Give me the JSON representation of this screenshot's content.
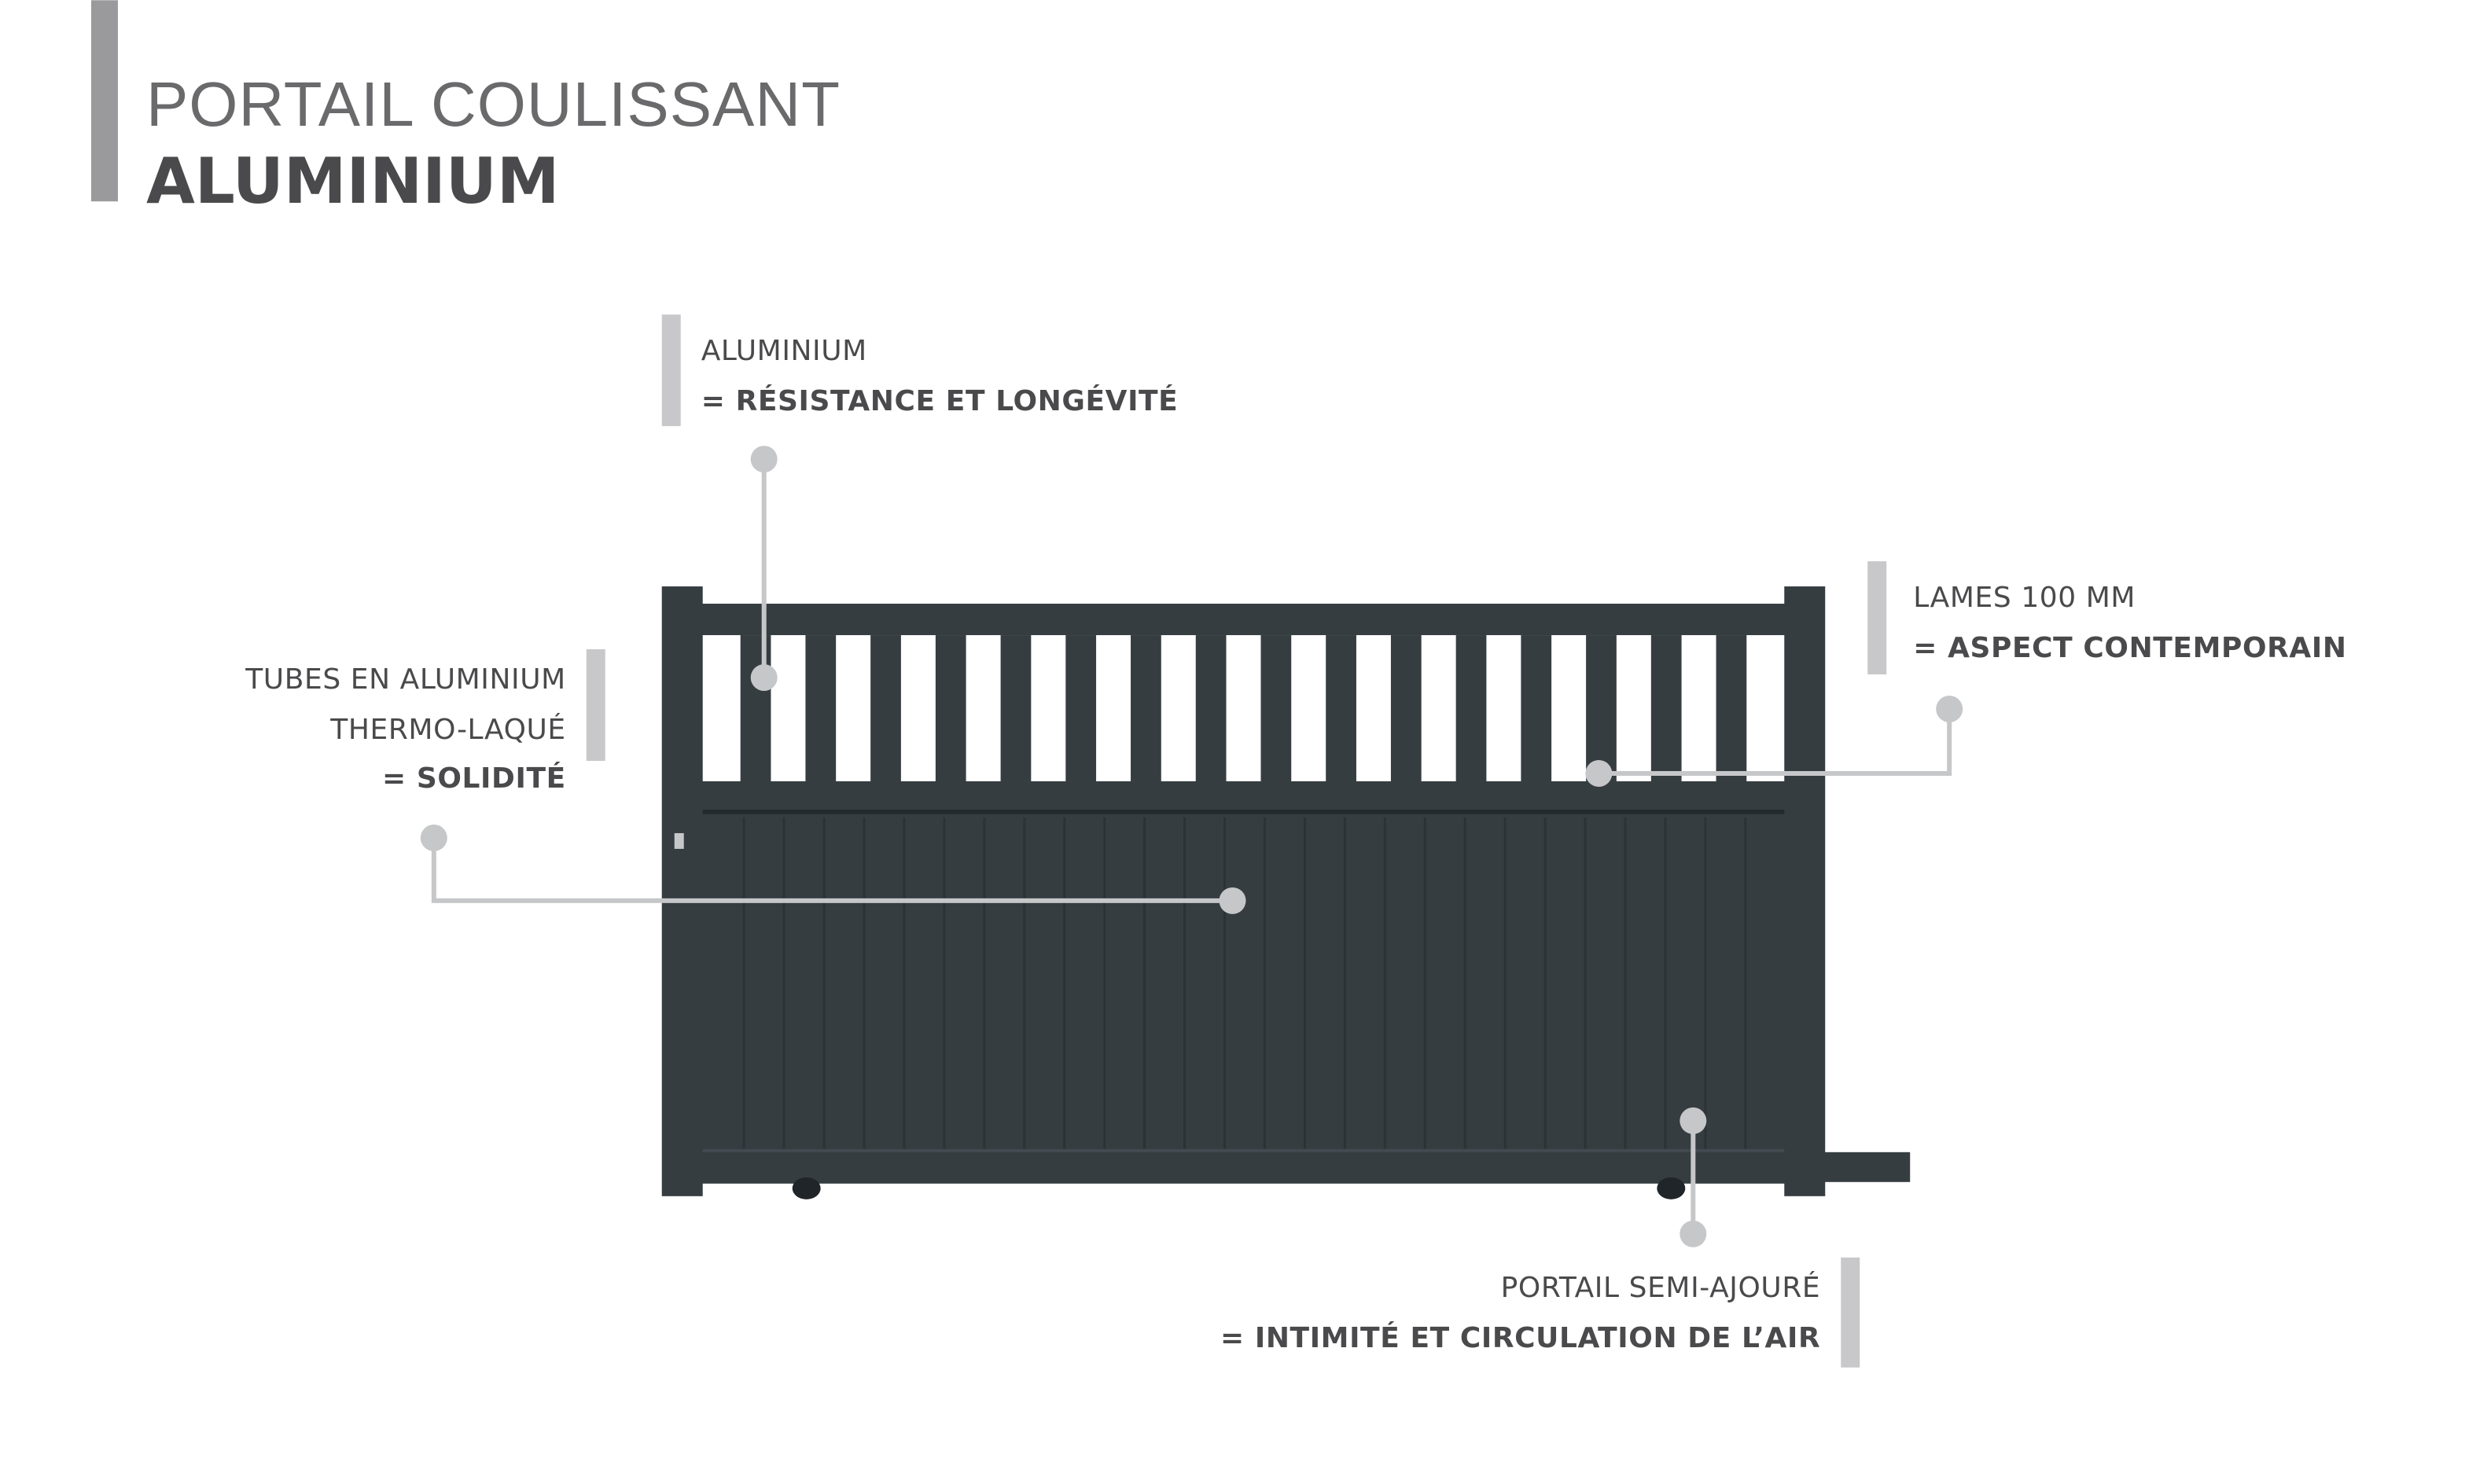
{
  "title": {
    "line1": "PORTAIL COULISSANT",
    "line2": "ALUMINIUM"
  },
  "callouts": {
    "aluminium": {
      "line1": "ALUMINIUM",
      "line2": "= RÉSISTANCE ET LONGÉVITÉ"
    },
    "tubes": {
      "line1": "TUBES EN ALUMINIUM",
      "line2": "THERMO-LAQUÉ",
      "line3": "= SOLIDITÉ"
    },
    "lames": {
      "line1": "LAMES 100 MM",
      "line2": "= ASPECT CONTEMPORAIN"
    },
    "semi": {
      "line1": "PORTAIL SEMI-AJOURÉ",
      "line2": "= INTIMITÉ ET CIRCULATION DE L’AIR"
    }
  },
  "colors": {
    "gate": "#363d41",
    "accent_bar": "#c8c8cb",
    "callout": "#c6c7c9",
    "title_bar": "#9a9a9c"
  },
  "gate": {
    "openings": 17,
    "grooves": 27
  }
}
